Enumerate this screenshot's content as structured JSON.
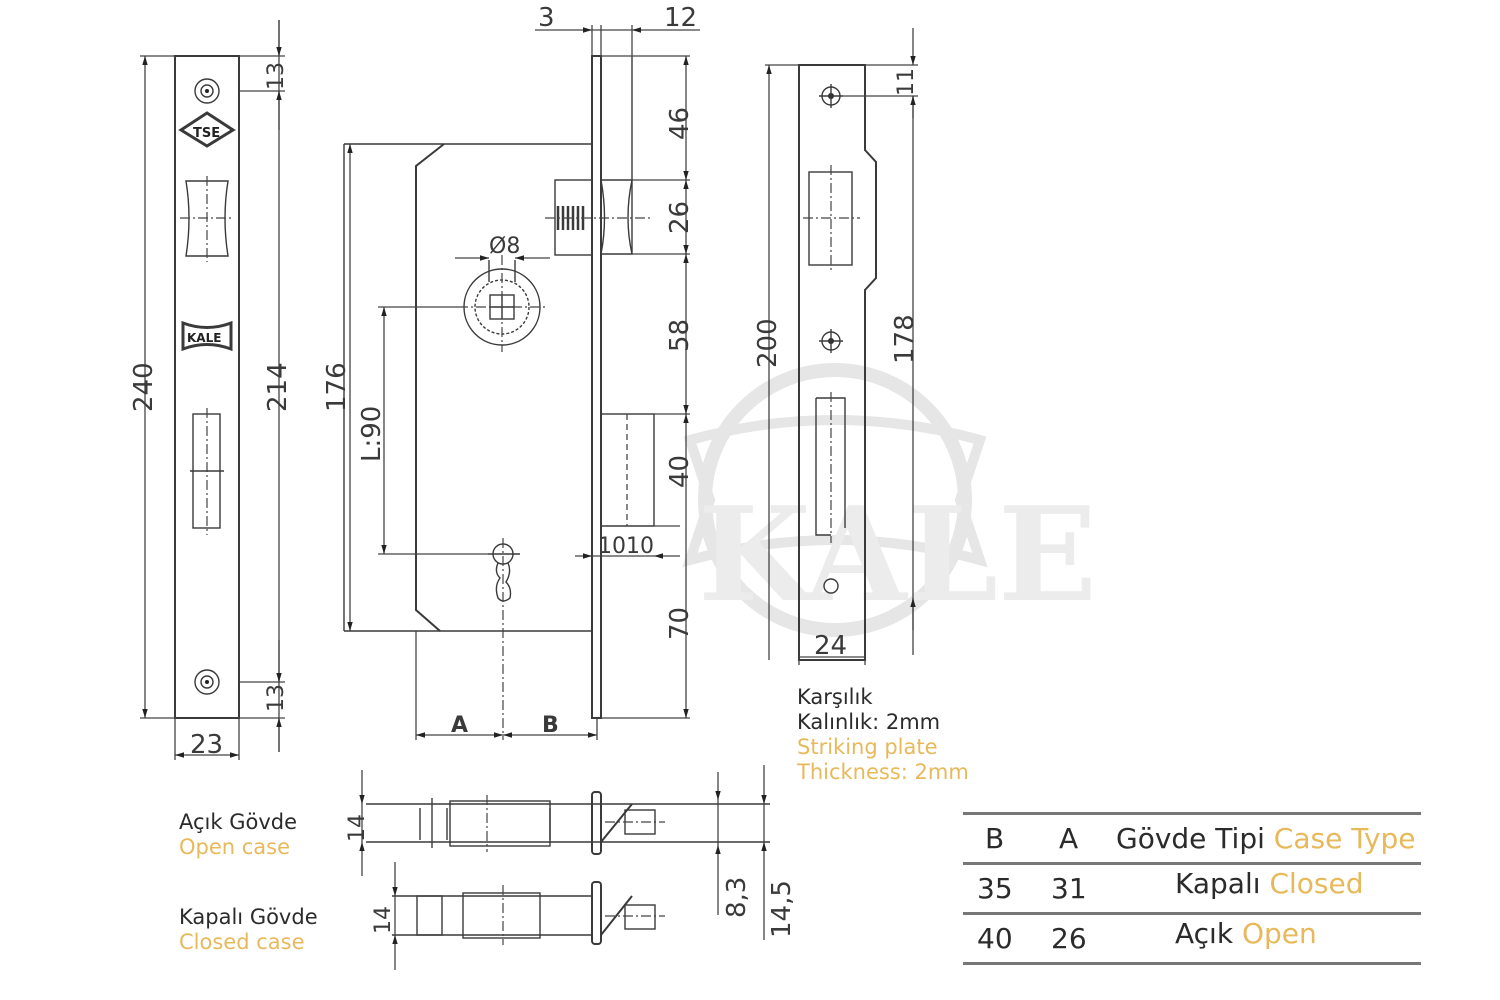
{
  "drawing": {
    "title": "Mortise lock technical drawing",
    "watermark": "KALE",
    "colors": {
      "line": "#3a3a3a",
      "turkish_text": "#2b2b2b",
      "english_text": "#e8b95a",
      "watermark": "#e6e6e6"
    }
  },
  "faceplate_view": {
    "logos": [
      "TSE",
      "KALE"
    ],
    "dimensions": {
      "total_height": "240",
      "screw_spacing": "214",
      "top_screw_offset": "13",
      "bottom_screw_offset": "13",
      "width": "23"
    }
  },
  "side_view": {
    "dimensions": {
      "faceplate_thickness": "3",
      "latch_projection": "12",
      "top_to_latch": "46",
      "latch_height": "26",
      "latch_to_bolt": "58",
      "bolt_height": "40",
      "bolt_to_bottom": "70",
      "case_height": "176",
      "centre_distance": "L:90",
      "spindle": "Ø8",
      "bolt_throw": "1010",
      "backset_a": "A",
      "backset_b": "B"
    }
  },
  "strike_plate_view": {
    "dimensions": {
      "total_height": "200",
      "screw_spacing": "178",
      "top_screw_offset": "11",
      "width": "24"
    },
    "note": {
      "tr_line1": "Karşılık",
      "tr_line2": "Kalınlık: 2mm",
      "en_line1": "Striking plate",
      "en_line2": "Thickness: 2mm"
    }
  },
  "top_views": {
    "open_case": {
      "tr": "Açık Gövde",
      "en": "Open case",
      "thickness": "14"
    },
    "closed_case": {
      "tr": "Kapalı Gövde",
      "en": "Closed case",
      "thickness": "14"
    },
    "dimensions": {
      "latch_offset": "8,3",
      "bolt_offset": "14,5"
    }
  },
  "spec_table": {
    "headers": {
      "b": "B",
      "a": "A",
      "type_tr": "Gövde Tipi",
      "type_en": "Case Type"
    },
    "rows": [
      {
        "b": "35",
        "a": "31",
        "type_tr": "Kapalı",
        "type_en": "Closed"
      },
      {
        "b": "40",
        "a": "26",
        "type_tr": "Açık",
        "type_en": "Open"
      }
    ]
  }
}
